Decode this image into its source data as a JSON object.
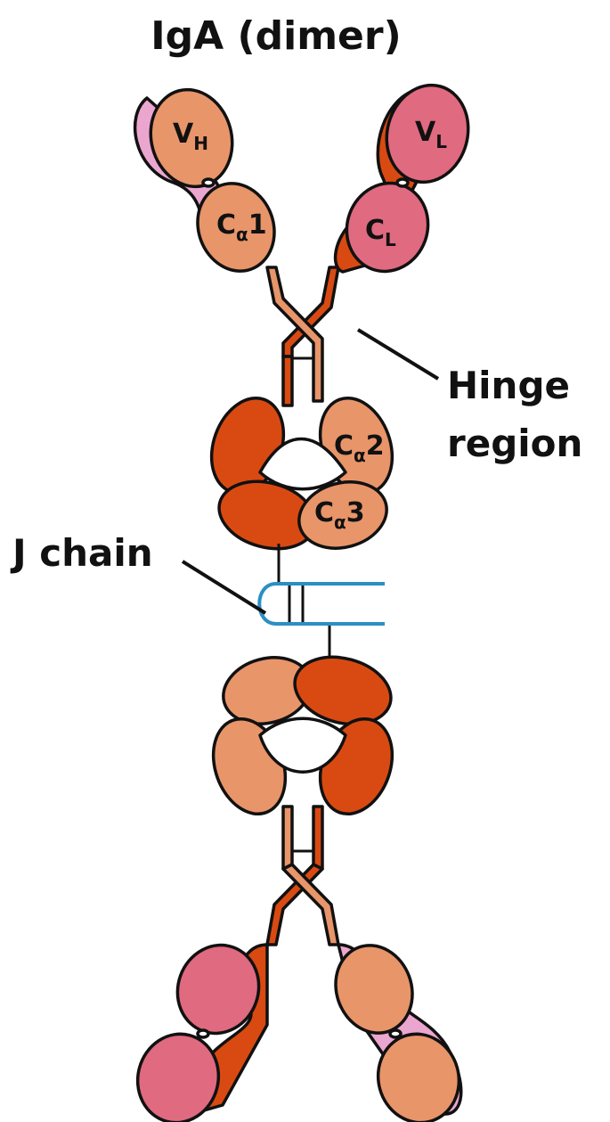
{
  "title": "IgA (dimer)",
  "labels": {
    "hinge_line1": "Hinge",
    "hinge_line2": "region",
    "j_chain": "J chain"
  },
  "domains": {
    "vh": {
      "main": "V",
      "sub": "H"
    },
    "vl": {
      "main": "V",
      "sub": "L"
    },
    "ca1": {
      "main": "C",
      "sub": "α",
      "suffix": "1"
    },
    "cl": {
      "main": "C",
      "sub": "L"
    },
    "ca2": {
      "main": "C",
      "sub": "α",
      "suffix": "2"
    },
    "ca3": {
      "main": "C",
      "sub": "α",
      "suffix": "3"
    }
  },
  "colors": {
    "light_orange": "#E8956A",
    "dark_orange": "#D94A12",
    "pink_light": "#EBA6CF",
    "pink_dark": "#E06A80",
    "j_chain_blue": "#2A8FC4",
    "outline": "#111111"
  }
}
